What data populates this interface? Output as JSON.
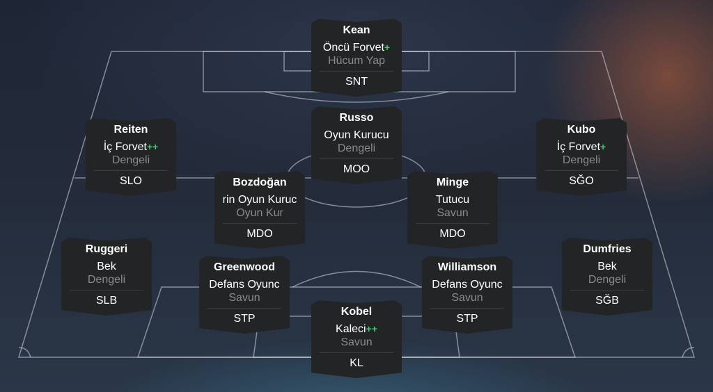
{
  "accent_plus_color": "#2bd96a",
  "players": [
    {
      "id": "kean",
      "name": "Kean",
      "role": "Öncü Forvet",
      "plus": "+",
      "duty": "Hücum Yap",
      "position": "SNT"
    },
    {
      "id": "russo",
      "name": "Russo",
      "role": "Oyun Kurucu",
      "plus": "",
      "duty": "Dengeli",
      "position": "MOO"
    },
    {
      "id": "reiten",
      "name": "Reiten",
      "role": "İç Forvet",
      "plus": "++",
      "duty": "Dengeli",
      "position": "SLO"
    },
    {
      "id": "kubo",
      "name": "Kubo",
      "role": "İç Forvet",
      "plus": "+",
      "duty": "Dengeli",
      "position": "SĞO"
    },
    {
      "id": "bozdogan",
      "name": "Bozdoğan",
      "role": "rin Oyun Kuruc",
      "plus": "",
      "duty": "Oyun Kur",
      "position": "MDO"
    },
    {
      "id": "minge",
      "name": "Minge",
      "role": "Tutucu",
      "plus": "",
      "duty": "Savun",
      "position": "MDO"
    },
    {
      "id": "ruggeri",
      "name": "Ruggeri",
      "role": "Bek",
      "plus": "",
      "duty": "Dengeli",
      "position": "SLB"
    },
    {
      "id": "dumfries",
      "name": "Dumfries",
      "role": "Bek",
      "plus": "",
      "duty": "Dengeli",
      "position": "SĞB"
    },
    {
      "id": "greenwood",
      "name": "Greenwood",
      "role": "Defans Oyunc",
      "plus": "",
      "duty": "Savun",
      "position": "STP"
    },
    {
      "id": "williamson",
      "name": "Williamson",
      "role": "Defans Oyunc",
      "plus": "",
      "duty": "Savun",
      "position": "STP"
    },
    {
      "id": "kobel",
      "name": "Kobel",
      "role": "Kaleci",
      "plus": "++",
      "duty": "Savun",
      "position": "KL"
    }
  ]
}
